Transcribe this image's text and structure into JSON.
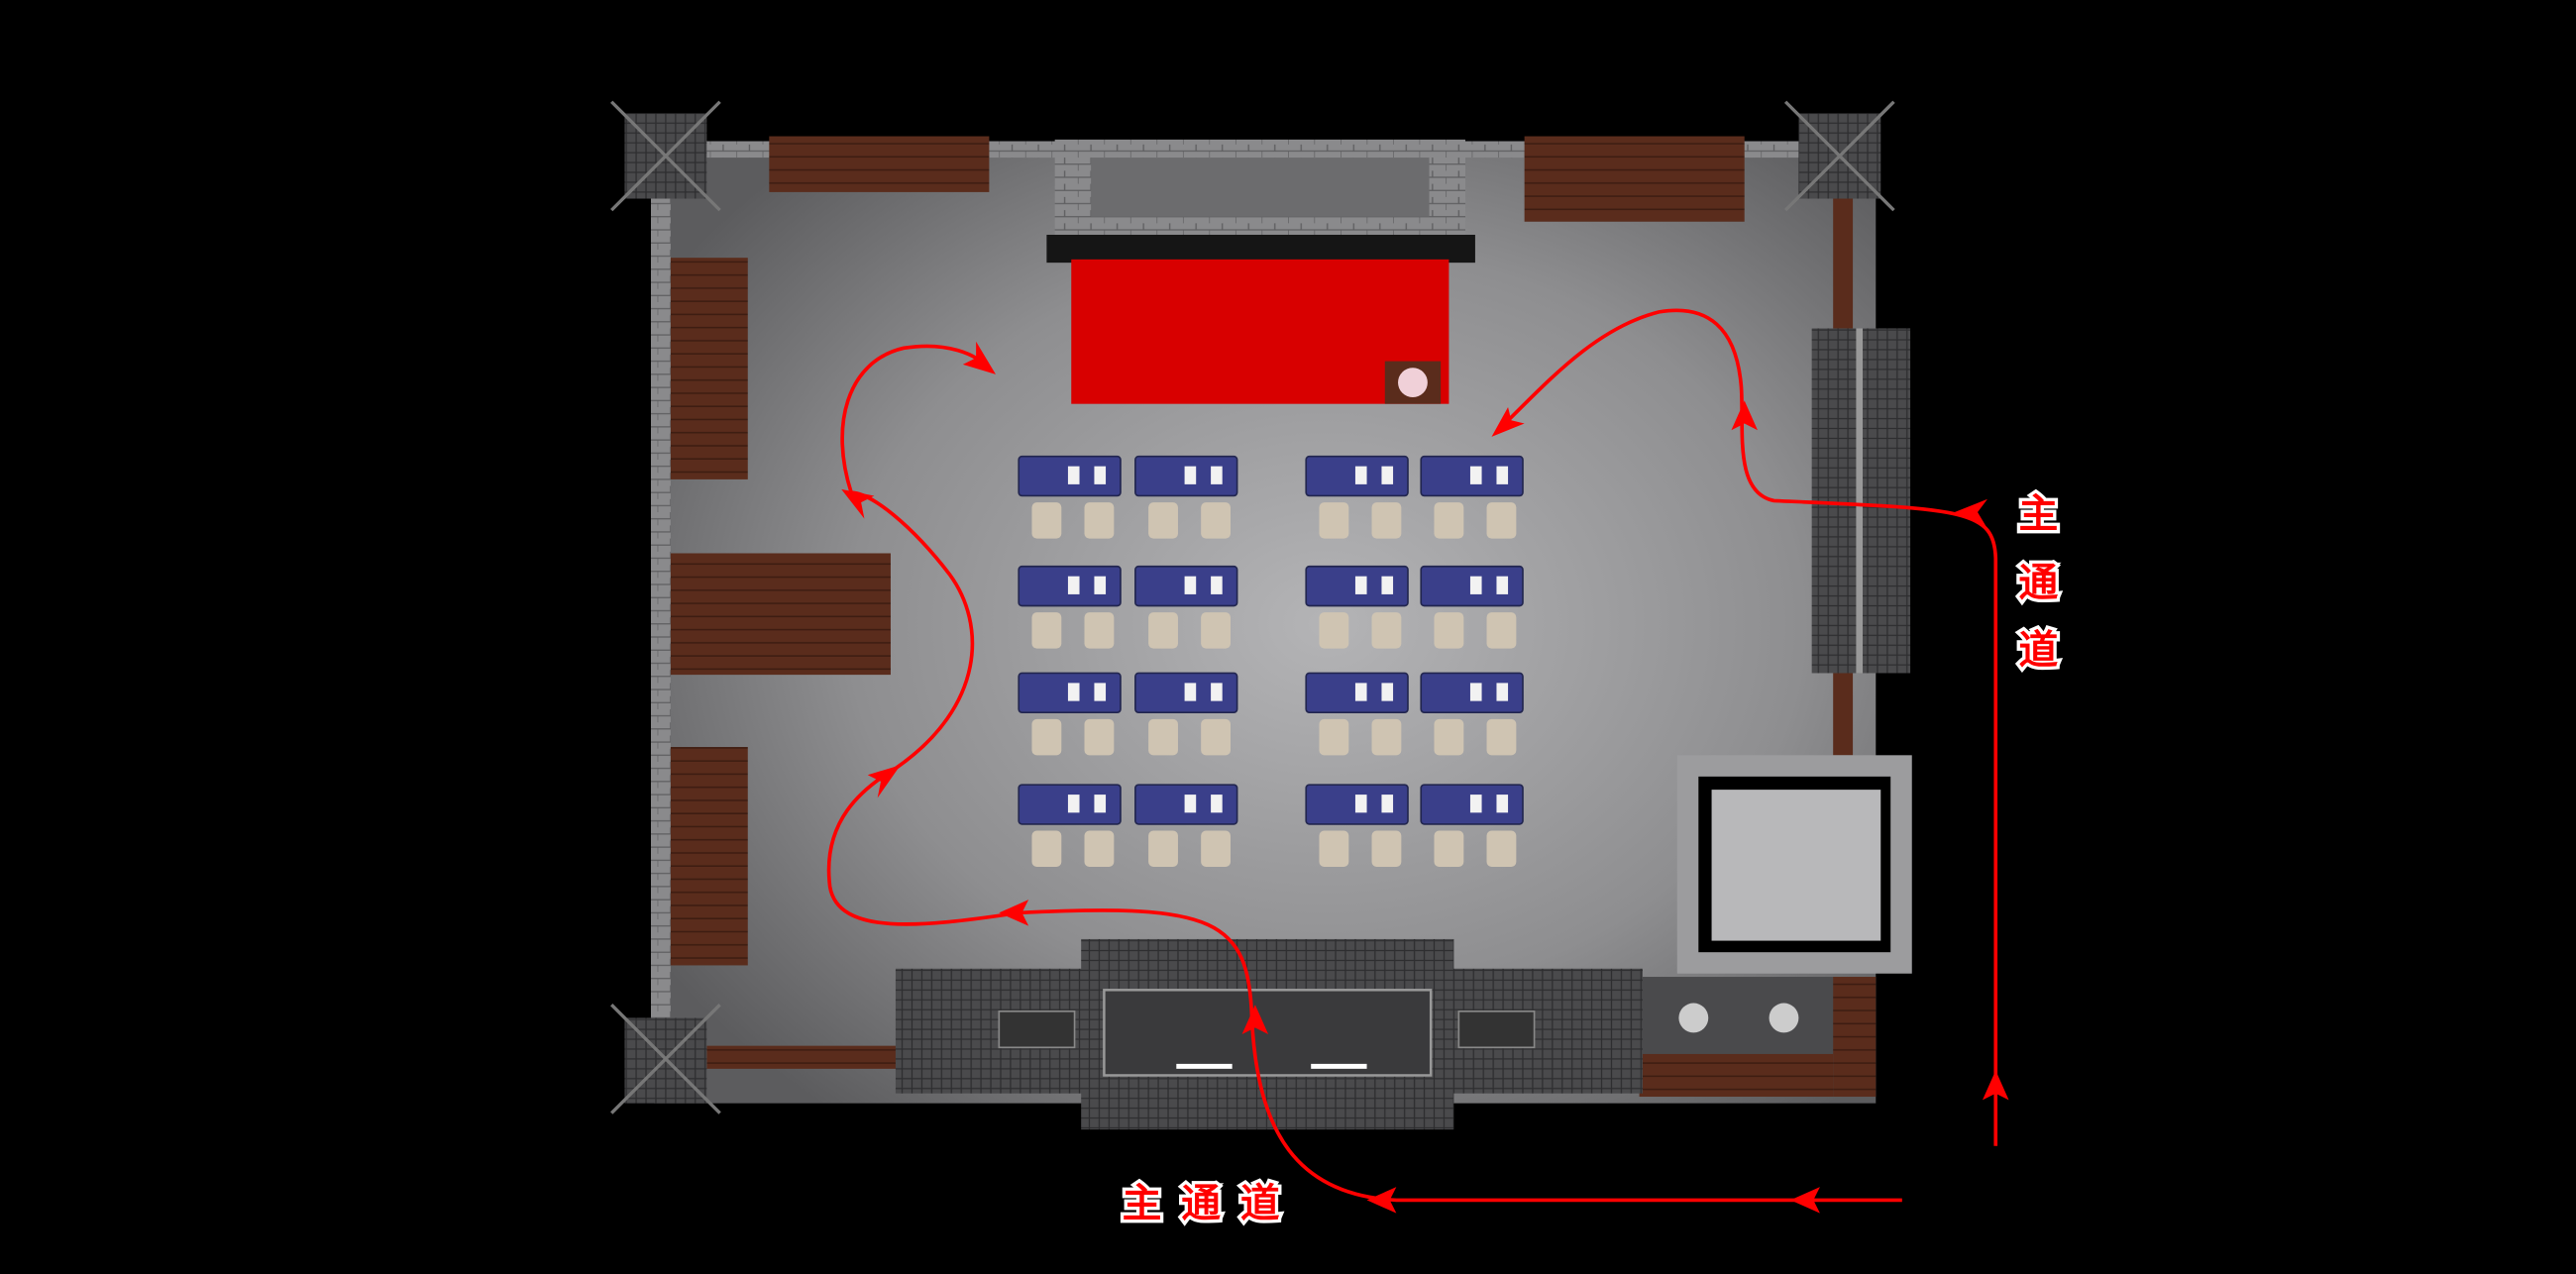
{
  "labels": {
    "main_aisle_right": [
      "主",
      "通",
      "道"
    ],
    "main_aisle_bottom": [
      "主",
      "通",
      "道"
    ]
  },
  "seating": {
    "table_columns": 4,
    "table_rows": 4,
    "chairs_per_table": 2
  },
  "colors": {
    "background": "#000000",
    "floor": "#9a9a9c",
    "route": "#ff0000",
    "stage_carpet": "#d80000",
    "table_cloth": "#3a3f8a",
    "chair": "#cfc4b2",
    "bench": "#5a2c1c",
    "roof": "#5c5c5c"
  }
}
